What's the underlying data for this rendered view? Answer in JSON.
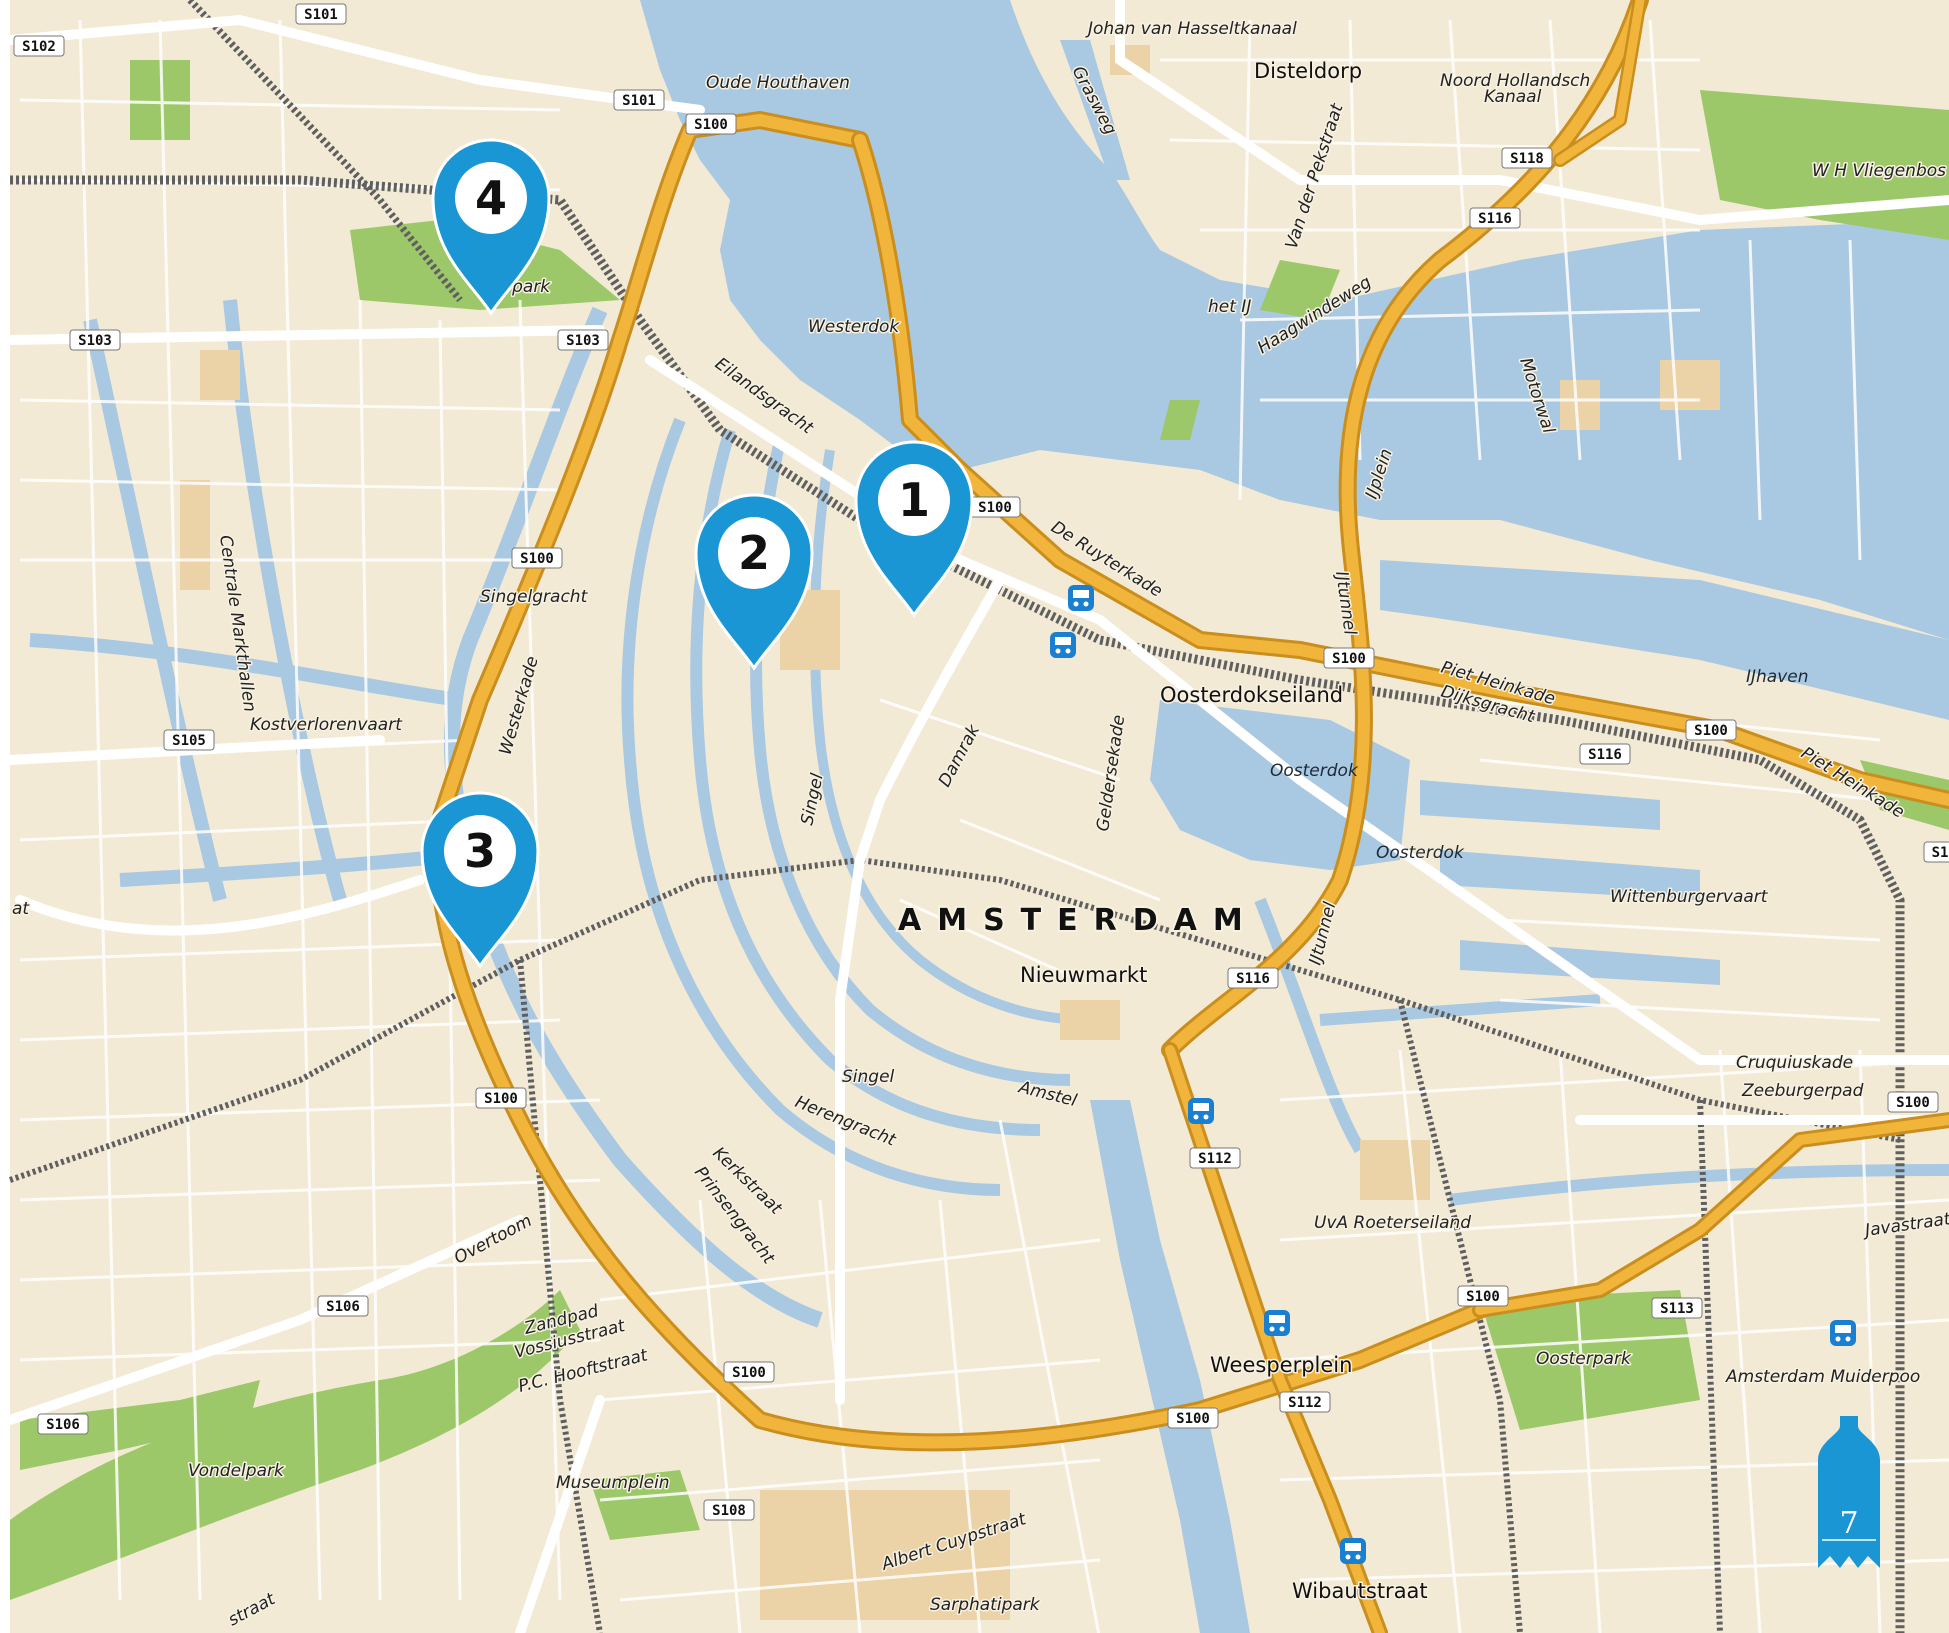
{
  "city_label": "AMSTERDAM",
  "colors": {
    "land": "#f3ead5",
    "water": "#a9c8e2",
    "park": "#9cc86a",
    "motorway": "#f2b53b",
    "pin": "#1a96d4",
    "rail": "#6b6b6b"
  },
  "markers": [
    {
      "id": 1,
      "label": "1",
      "icon": "map-pin-icon"
    },
    {
      "id": 2,
      "label": "2",
      "icon": "map-pin-icon"
    },
    {
      "id": 3,
      "label": "3",
      "icon": "map-pin-icon"
    },
    {
      "id": 4,
      "label": "4",
      "icon": "map-pin-icon"
    }
  ],
  "place_labels": {
    "johan_van_hasseltkanaal": "Johan van Hasseltkanaal",
    "disteldorp": "Disteldorp",
    "noord_hollandsch_1": "Noord Hollandsch",
    "noord_hollandsch_2": "Kanaal",
    "wh_vliegenbos": "W H Vliegenbos",
    "oude_houthaven": "Oude Houthaven",
    "grasweg": "Grasweg",
    "van_der_pekstraat": "Van der Pekstraat",
    "het_ij": "het IJ",
    "haagwindeweg": "Haagwindeweg",
    "motorwal": "Motorwal",
    "ijplein": "IJplein",
    "westerdok": "Westerdok",
    "eilandsgracht": "Eilandsgracht",
    "westerpark": "terpark",
    "de_ruyterkade": "De Ruyterkade",
    "ijtunnel_1": "IJtunnel",
    "ijtunnel_2": "IJtunnel",
    "singelgracht": "Singelgracht",
    "centrale_markthallen": "Centrale Markthallen",
    "westerkade": "Westerkade",
    "kostverlorenvaart": "Kostverlorenvaart",
    "oosterdokseiland": "Oosterdokseiland",
    "piet_heinkade_1": "Piet Heinkade",
    "dijksgracht": "Dijksgracht",
    "ijhaven": "IJhaven",
    "piet_heinkade_2": "Piet Heinkade",
    "damrak": "Damrak",
    "geldersekade": "Geldersekade",
    "oosterdok_1": "Oosterdok",
    "oosterdok_2": "Oosterdok",
    "singel_1": "Singel",
    "wittenburgervaart": "Wittenburgervaart",
    "nieuwmarkt": "Nieuwmarkt",
    "singel_2": "Singel",
    "amstel": "Amstel",
    "cruquiuskade": "Cruquiuskade",
    "zeeburgerpad": "Zeeburgerpad",
    "herengracht": "Herengracht",
    "kerkstraat": "Kerkstraat",
    "prinsengracht": "Prinsengracht",
    "uva_roeterseiland": "UvA Roeterseiland",
    "javastraat": "Javastraat",
    "overtoom": "Overtoom",
    "zandpad": "Zandpad",
    "vossiusstraat": "Vossiusstraat",
    "pc_hooftstraat": "P.C. Hooftstraat",
    "weesperplein": "Weesperplein",
    "oosterpark": "Oosterpark",
    "amsterdam_muiderpoort": "Amsterdam Muiderpoo",
    "vondelpark": "Vondelpark",
    "museumplein": "Museumplein",
    "albert_cuypstraat": "Albert Cuypstraat",
    "sarphatipark": "Sarphatipark",
    "wibautstraat": "Wibautstraat",
    "straat_edge": "straat",
    "at_edge": "at"
  },
  "road_shields": {
    "s101_a": "S101",
    "s102": "S102",
    "s101_b": "S101",
    "s100_a": "S100",
    "s118": "S118",
    "s116_a": "S116",
    "s103_a": "S103",
    "s103_b": "S103",
    "s100_b": "S100",
    "s100_c": "S100",
    "s100_d": "S100",
    "s105": "S105",
    "s100_e": "S100",
    "s116_b": "S116",
    "s116_c": "S116",
    "s100_f": "S100",
    "s112_a": "S112",
    "s100_g": "S100",
    "s106_a": "S106",
    "s106_b": "S106",
    "s100_h": "S100",
    "s100_i": "S100",
    "s113": "S113",
    "s112_b": "S112",
    "s108": "S108",
    "s100_j": "S100",
    "s1_edge": "S1"
  },
  "page_number": "7"
}
